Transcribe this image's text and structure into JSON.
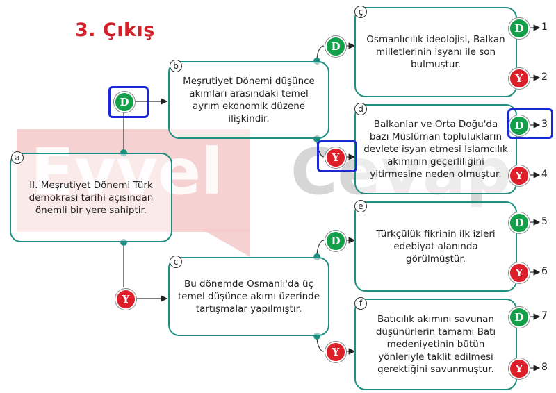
{
  "title": "3. Çıkış",
  "watermark": {
    "left": "Evvel",
    "right": "Cevap"
  },
  "boxes": {
    "a": {
      "label": "a",
      "text": "II. Meşrutiyet Dönemi Türk demokrasi tarihi açısından önemli bir yere sahiptir."
    },
    "b": {
      "label": "b",
      "text": "Meşrutiyet Dönemi düşünce akımları arasındaki temel ayrım ekonomik düzene ilişkindir."
    },
    "c": {
      "label": "c",
      "text": "Bu dönemde Osmanlı'da üç temel düşünce akımı üzerinde tartışmalar yapılmıştır."
    },
    "cc": {
      "label": "ç",
      "text": "Osmanlıcılık ideolojisi, Balkan milletlerinin isyanı ile son bulmuştur."
    },
    "d": {
      "label": "d",
      "text": "Balkanlar ve Orta Doğu'da bazı Müslüman toplulukların devlete isyan etmesi İslamcılık akımının geçerliliğini yitirmesine neden olmuştur."
    },
    "e": {
      "label": "e",
      "text": "Türkçülük fikrinin ilk izleri edebiyat alanında görülmüştür."
    },
    "f": {
      "label": "f",
      "text": "Batıcılık akımını savunan düşünürlerin tamamı Batı medeniyetinin bütün yönleriyle taklit edilmesi gerektiğini savunmuştur."
    }
  },
  "badges": {
    "true": "D",
    "false": "Y"
  },
  "exits": [
    "1",
    "2",
    "3",
    "4",
    "5",
    "6",
    "7",
    "8"
  ],
  "colors": {
    "title": "#d3202a",
    "teal": "#1e8f80",
    "green": "#14a04a",
    "red": "#dd1f2a",
    "highlight": "#1a29d6"
  }
}
